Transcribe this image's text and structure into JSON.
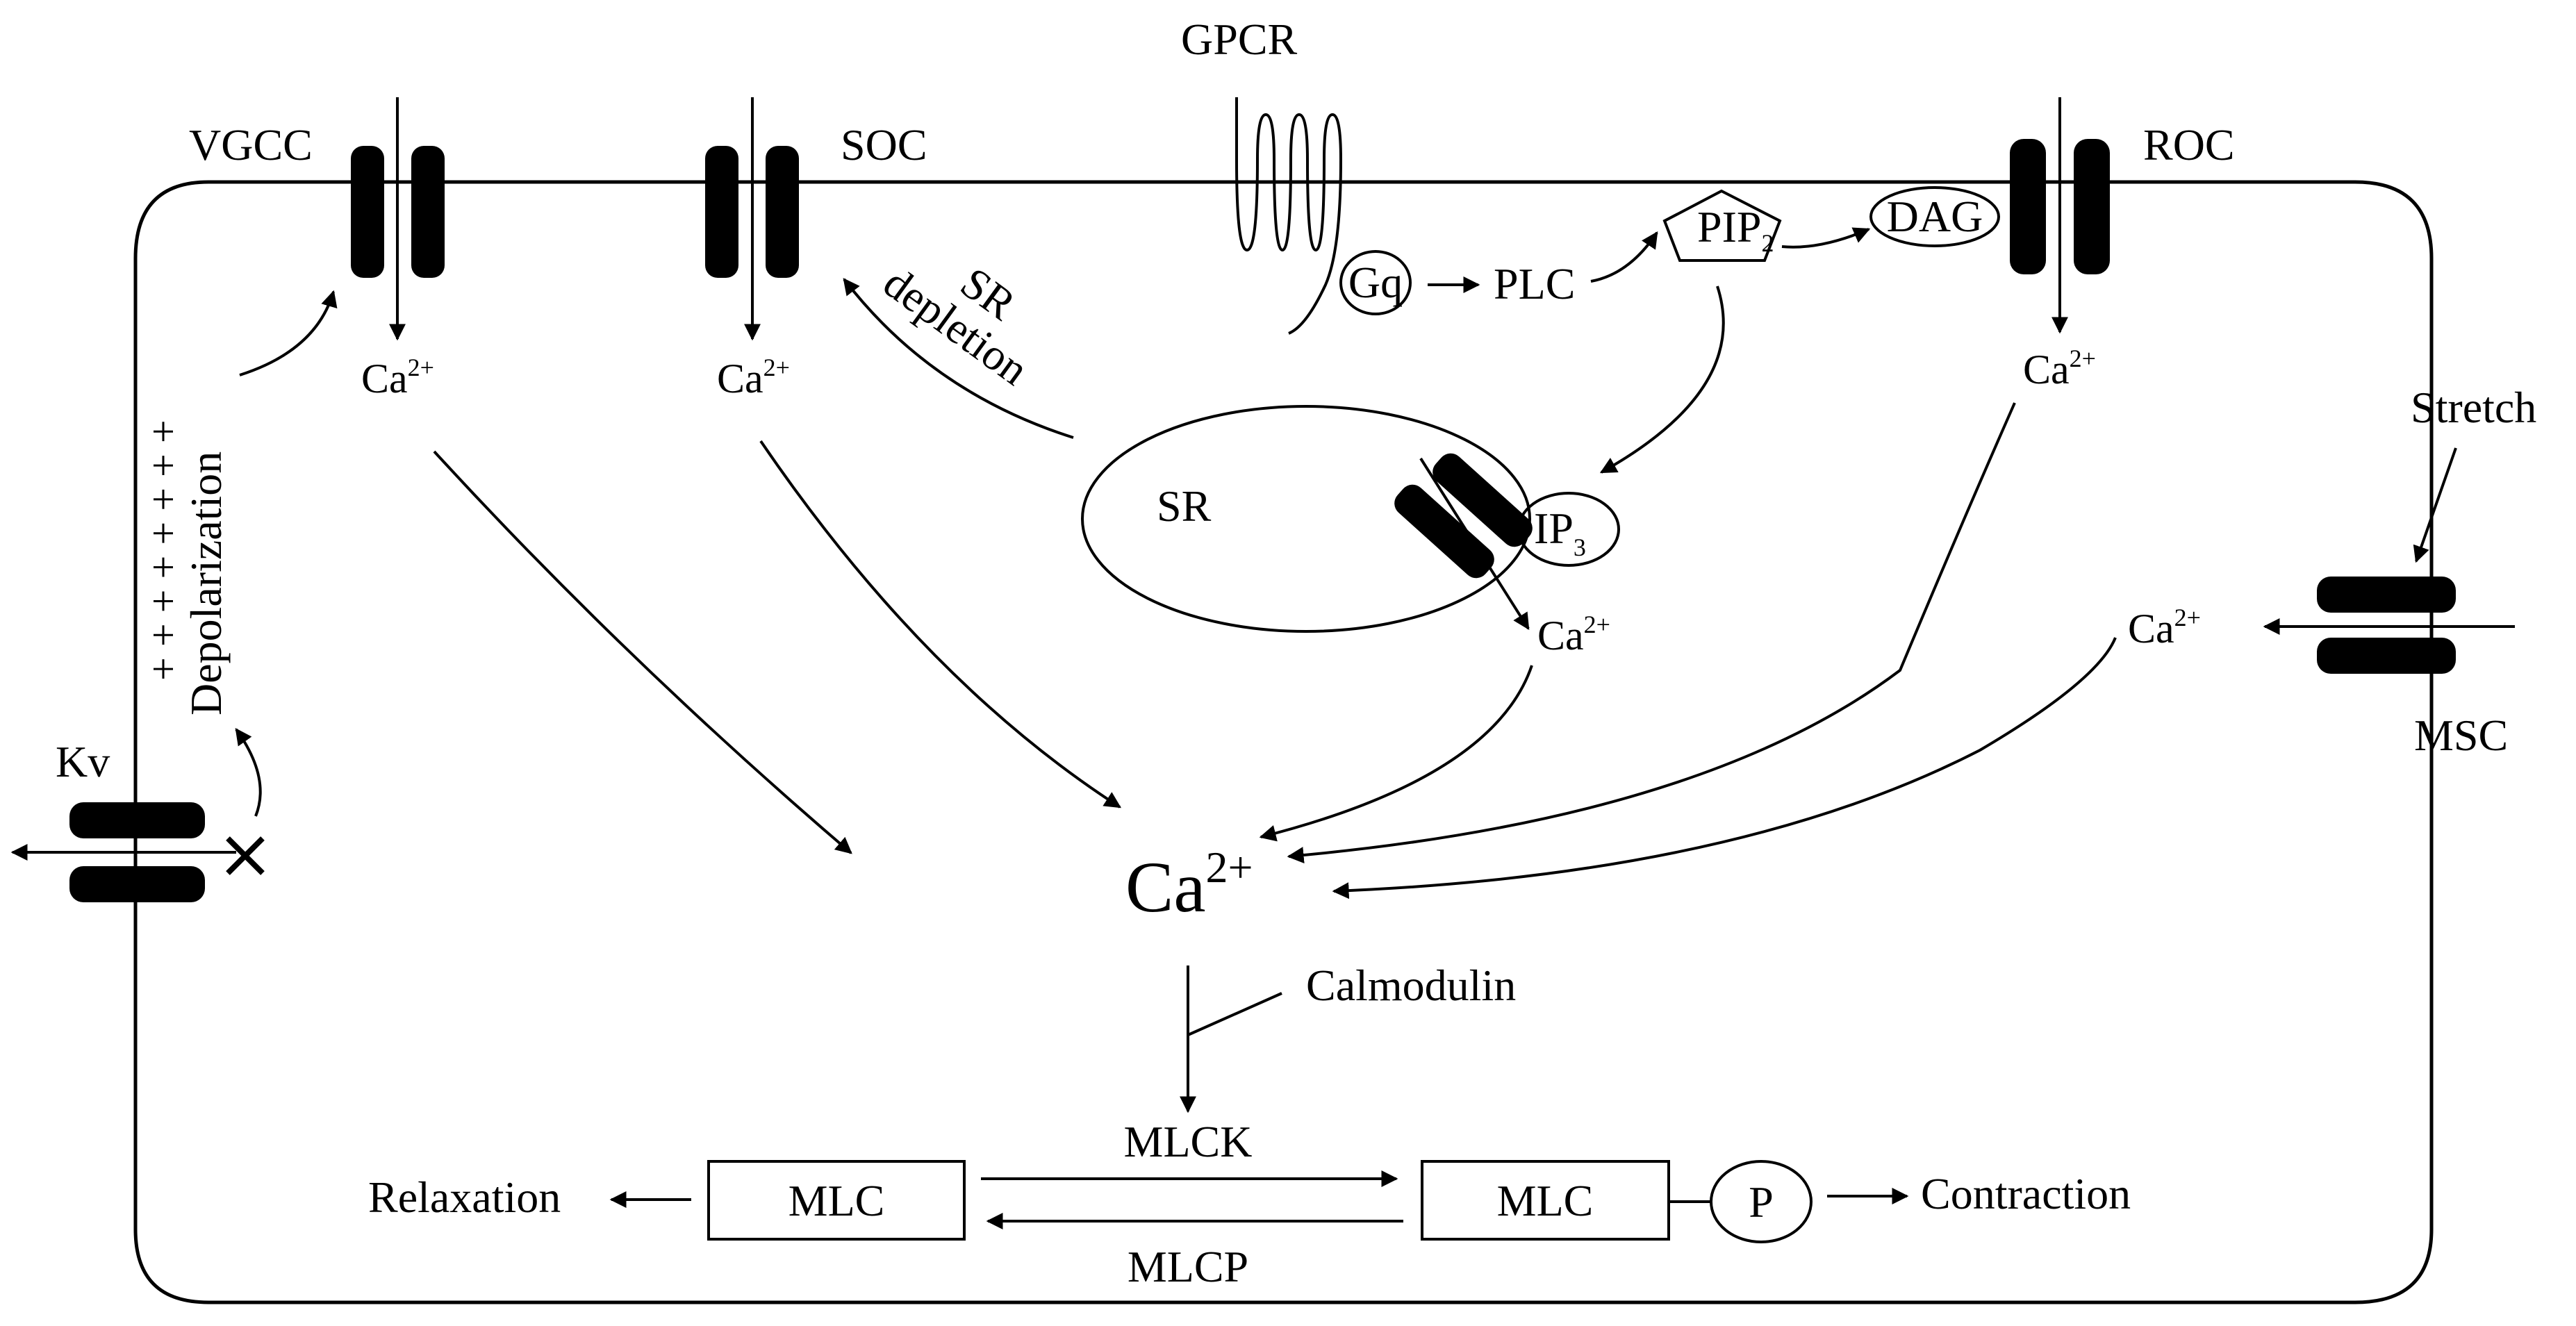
{
  "channels": {
    "vgcc": "VGCC",
    "soc": "SOC",
    "gpcr": "GPCR",
    "roc": "ROC",
    "kv": "Kv",
    "msc": "MSC"
  },
  "signaling": {
    "gq": "Gq",
    "plc": "PLC",
    "pip2": "PIP",
    "pip2_sub": "2",
    "dag": "DAG",
    "ip3": "IP",
    "ip3_sub": "3",
    "sr": "SR",
    "sr_depletion_line1": "SR",
    "sr_depletion_line2": "depletion",
    "stretch": "Stretch",
    "depolarization": "Depolarization",
    "charges": "+ + + + + + + +"
  },
  "calcium": {
    "base": "Ca",
    "sup": "2+"
  },
  "bottom": {
    "calmodulin": "Calmodulin",
    "mlc_left": "MLC",
    "mlc_right": "MLC",
    "mlck": "MLCK",
    "mlcp": "MLCP",
    "p": "P",
    "relaxation": "Relaxation",
    "contraction": "Contraction"
  }
}
